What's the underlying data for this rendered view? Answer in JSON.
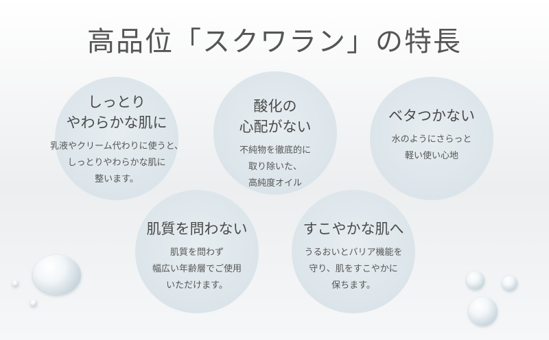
{
  "title": "高品位「スクワラン」の特長",
  "features": [
    {
      "heading": "しっとり\nやわらかな肌に",
      "body": "乳液やクリーム代わりに使うと、\nしっとりやわらかな肌に\n整います。"
    },
    {
      "heading": "酸化の\n心配がない",
      "body": "不純物を徹底的に\n取り除いた、\n高純度オイル"
    },
    {
      "heading": "ベタつかない",
      "body": "水のようにさらっと\n軽い使い心地"
    },
    {
      "heading": "肌質を問わない",
      "body": "肌質を問わず\n幅広い年齢層でご使用\nいただけます。"
    },
    {
      "heading": "すこやかな肌へ",
      "body": "うるおいとバリア機能を\n守り、肌をすこやかに\n保ちます。"
    }
  ]
}
